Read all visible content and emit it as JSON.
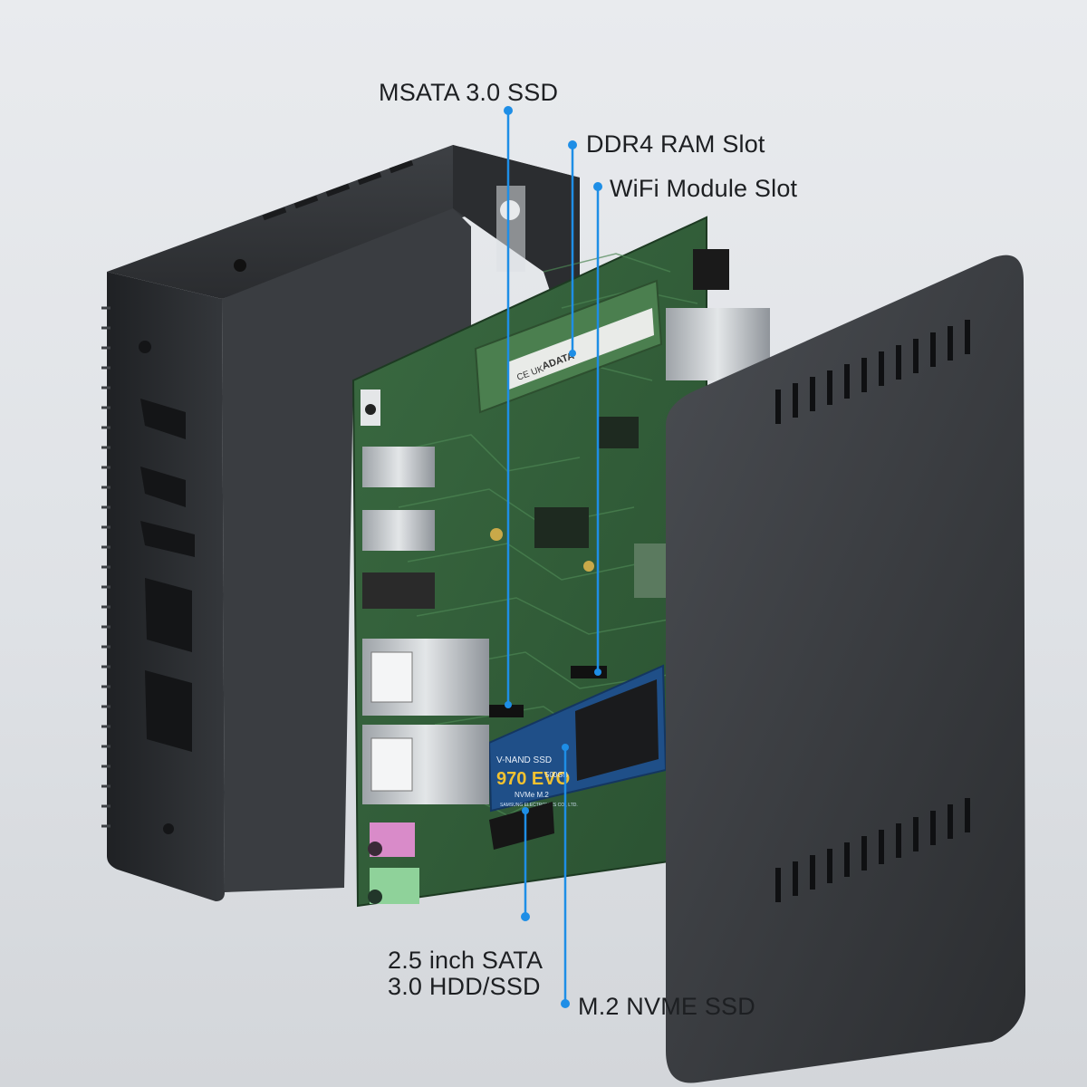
{
  "callouts": {
    "msata": "MSATA 3.0 SSD",
    "ddr4": "DDR4 RAM Slot",
    "wifi": "WiFi Module Slot",
    "sata_line1": "2.5 inch SATA",
    "sata_line2": "3.0 HDD/SSD",
    "nvme": "M.2 NVME SSD"
  },
  "ssd_label": {
    "brand": "V-NAND SSD",
    "model": "970 EVO",
    "type": "NVMe M.2",
    "capacity": "500GB",
    "maker": "SAMSUNG ELECTRONICS CO., LTD."
  },
  "ram_label": {
    "brand": "ADATA",
    "marks": "CE UK"
  },
  "colors": {
    "callout_line": "#1e8ee6",
    "pcb": "#2f5a36",
    "case": "#2c2e31",
    "ssd_blue": "#1f4f88"
  }
}
